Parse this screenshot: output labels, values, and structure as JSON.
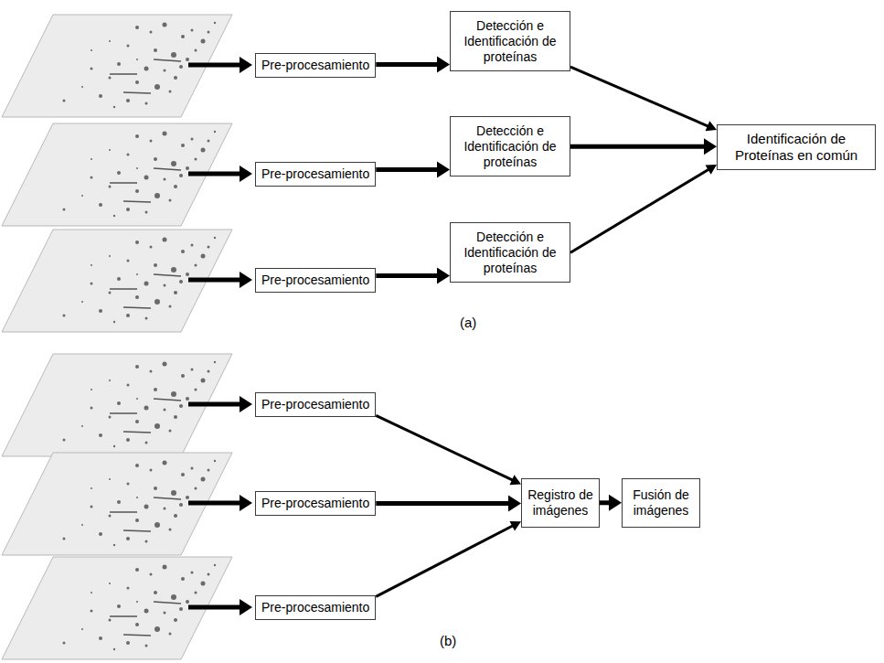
{
  "diagram": {
    "nodes": [
      {
        "text": [
          "Pre-procesamiento"
        ]
      },
      {
        "text": [
          "Detección e Identificación de proteínas"
        ]
      },
      {
        "text": [
          "Pre-procesamiento"
        ]
      },
      {
        "text": [
          "Detección e Identificación de proteínas"
        ]
      },
      {
        "text": [
          "Identificación de Proteínas en común"
        ]
      },
      {
        "text": [
          "Pre-procesamiento"
        ]
      },
      {
        "text": [
          "Detección e Identificación de proteínas"
        ]
      },
      {
        "text": [
          "Pre-procesamiento"
        ]
      },
      {
        "text": [
          "Pre-procesamiento"
        ]
      },
      {
        "text": [
          "Registro de imágenes"
        ]
      },
      {
        "text": [
          "Fusión de imágenes"
        ]
      },
      {
        "text": [
          "Pre-procesamiento"
        ]
      }
    ],
    "edges": [
      {
        "from": 0,
        "to": 1,
        "arrow": "to"
      },
      {
        "from": 2,
        "to": 3,
        "arrow": "to"
      },
      {
        "from": 5,
        "to": 6,
        "arrow": "to"
      },
      {
        "from": 1,
        "to": 4,
        "arrow": "to"
      },
      {
        "from": 3,
        "to": 4,
        "arrow": "to"
      },
      {
        "from": 6,
        "to": 4,
        "arrow": "to"
      },
      {
        "from": 7,
        "to": 9,
        "arrow": "to"
      },
      {
        "from": 8,
        "to": 9,
        "arrow": "to"
      },
      {
        "from": 11,
        "to": 9,
        "arrow": "to"
      },
      {
        "from": 9,
        "to": 10,
        "arrow": "to"
      }
    ],
    "labels": [
      "(a)",
      "(b)"
    ]
  }
}
